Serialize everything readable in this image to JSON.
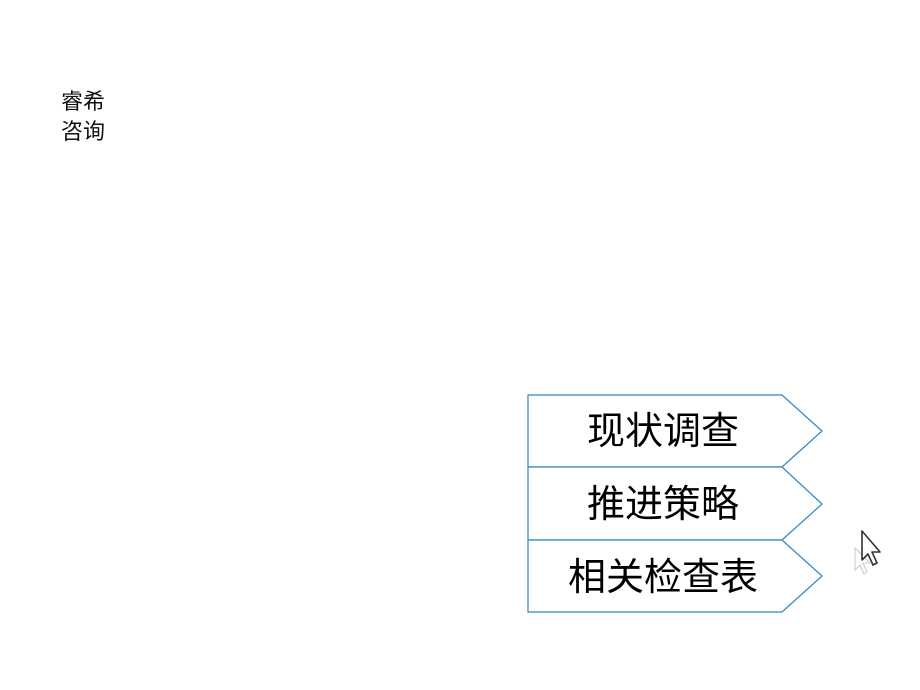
{
  "brand": {
    "line1": "睿希",
    "line2": "咨询"
  },
  "nav": {
    "items": [
      {
        "label": "现状调查"
      },
      {
        "label": "推进策略"
      },
      {
        "label": "相关检查表"
      }
    ],
    "border_color": "#2e86c1"
  },
  "cursor": {
    "icon": "mouse-pointer-icon"
  }
}
